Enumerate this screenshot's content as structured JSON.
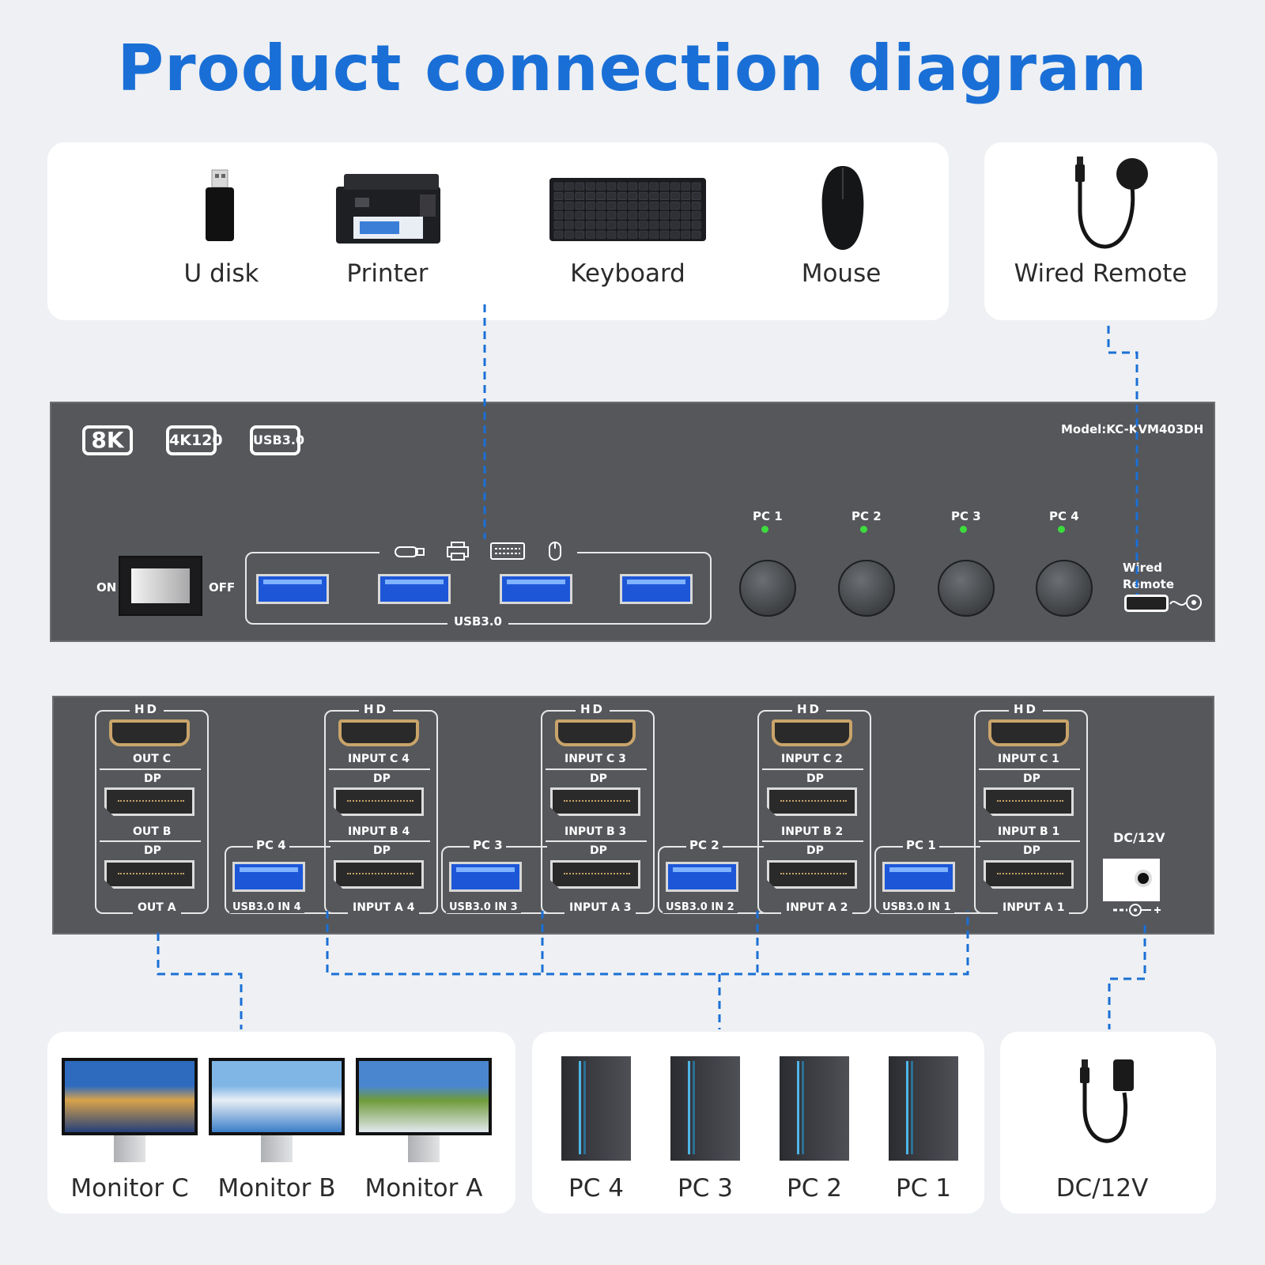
{
  "title": "Product connection diagram",
  "top_devices": [
    {
      "name": "U disk"
    },
    {
      "name": "Printer"
    },
    {
      "name": "Keyboard"
    },
    {
      "name": "Mouse"
    }
  ],
  "remote_label": "Wired Remote",
  "front_panel": {
    "badges": [
      "8K",
      "4K120",
      "USB3.0"
    ],
    "model": "Model:KC-KVM403DH",
    "switch_on": "ON",
    "switch_off": "OFF",
    "usb_label": "USB3.0",
    "pc_buttons": [
      "PC 1",
      "PC 2",
      "PC 3",
      "PC 4"
    ],
    "remote_port_label": "Wired Remote"
  },
  "rear_panel": {
    "hd": "HD",
    "dp": "DP",
    "out_group": {
      "c": "OUT C",
      "b": "OUT B",
      "a": "OUT A"
    },
    "pc_groups": [
      {
        "pc": "PC 4",
        "usb": "USB3.0 IN 4",
        "c": "INPUT C 4",
        "b": "INPUT B 4",
        "a": "INPUT A 4"
      },
      {
        "pc": "PC 3",
        "usb": "USB3.0 IN 3",
        "c": "INPUT C 3",
        "b": "INPUT B 3",
        "a": "INPUT A 3"
      },
      {
        "pc": "PC 2",
        "usb": "USB3.0 IN 2",
        "c": "INPUT C 2",
        "b": "INPUT B 2",
        "a": "INPUT A 2"
      },
      {
        "pc": "PC 1",
        "usb": "USB3.0 IN 1",
        "c": "INPUT C 1",
        "b": "INPUT B 1",
        "a": "INPUT A 1"
      }
    ],
    "dc_label": "DC/12V"
  },
  "monitors": [
    "Monitor C",
    "Monitor B",
    "Monitor A"
  ],
  "pcs": [
    "PC 4",
    "PC 3",
    "PC 2",
    "PC 1"
  ],
  "power_label": "DC/12V",
  "colors": {
    "title": "#1a6fd6",
    "dash": "#1a6fd6",
    "panel": "#55575b"
  }
}
